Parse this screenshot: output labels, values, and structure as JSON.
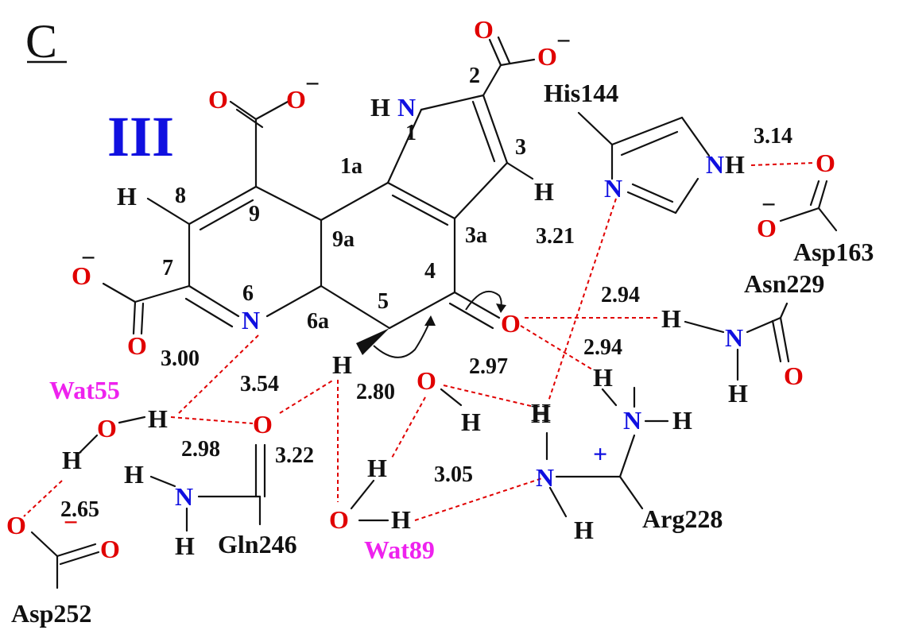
{
  "panel_label": "C",
  "compound_label": "III",
  "ring_numbers": [
    "1",
    "2",
    "3",
    "3a",
    "4",
    "5",
    "6",
    "6a",
    "7",
    "8",
    "9",
    "9a",
    "1a"
  ],
  "atoms": {
    "nh_h": "H",
    "nh_n": "N",
    "h3": "H",
    "h8": "H",
    "n6": "N",
    "o4": "O",
    "h5": "H",
    "o_carb1": "O",
    "o_carb1m": "O",
    "minus": "−",
    "o_carb2": "O",
    "o_carb2m": "O",
    "o_carb3": "O",
    "o_carb3m": "O"
  },
  "residues": {
    "his": "His144",
    "asp163": "Asp163",
    "asn229": "Asn229",
    "arg228": "Arg228",
    "gln246": "Gln246",
    "asp252": "Asp252",
    "wat55": "Wat55",
    "wat89": "Wat89"
  },
  "generic": {
    "N": "N",
    "O": "O",
    "H": "H",
    "plus": "+",
    "minus": "−"
  },
  "distances": [
    "3.14",
    "3.21",
    "2.94",
    "2.94",
    "2.97",
    "3.00",
    "3.54",
    "2.80",
    "2.98",
    "3.22",
    "3.05",
    "2.65"
  ]
}
